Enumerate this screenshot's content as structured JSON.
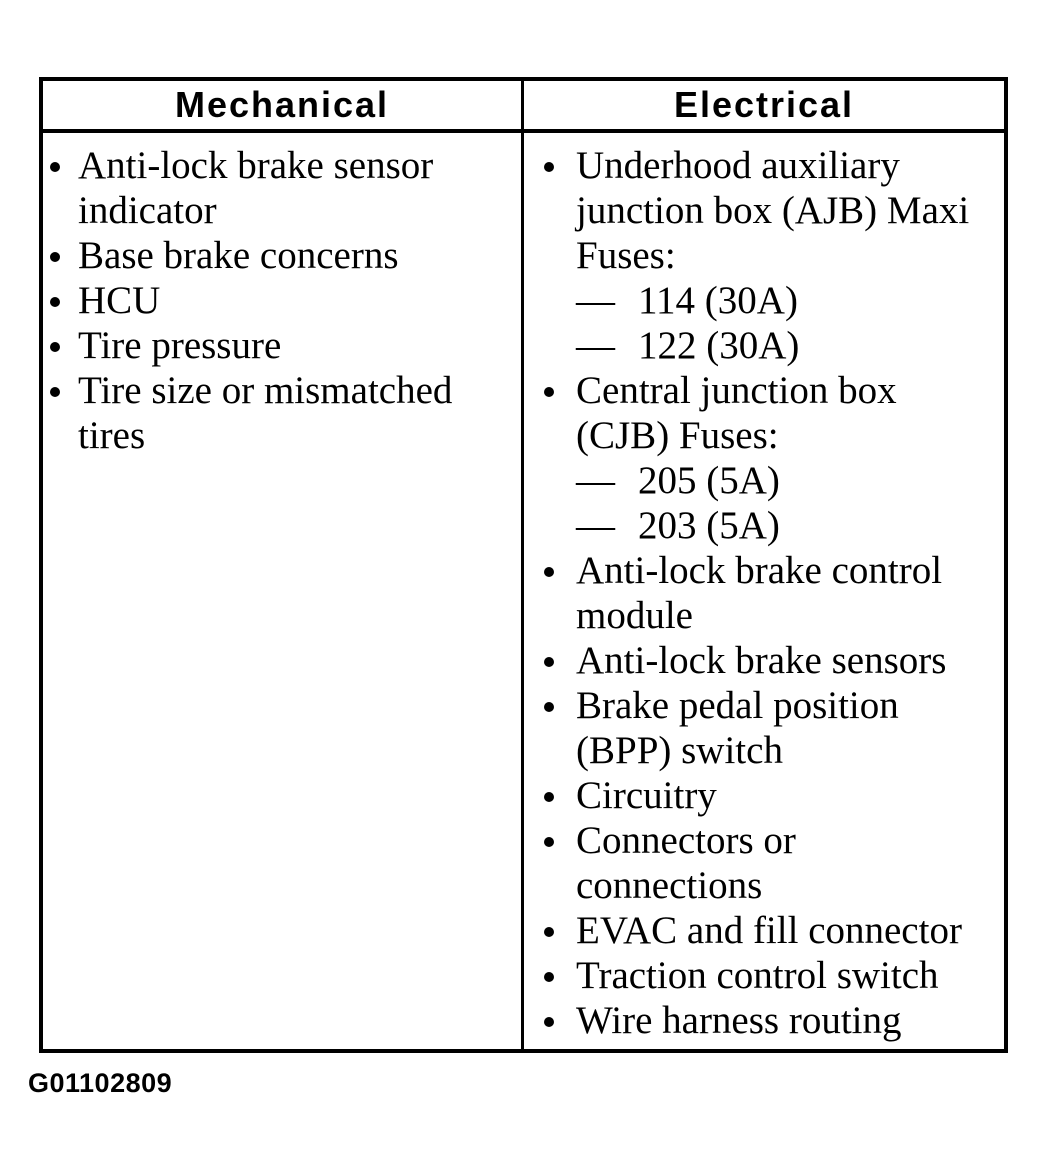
{
  "colors": {
    "ink": "#000000",
    "paper": "#ffffff"
  },
  "table": {
    "columns": [
      {
        "header": "Mechanical",
        "items": [
          {
            "type": "bullet",
            "text": "Anti-lock brake sensor\nindicator"
          },
          {
            "type": "bullet",
            "text": "Base brake concerns"
          },
          {
            "type": "bullet",
            "text": "HCU"
          },
          {
            "type": "bullet",
            "text": "Tire pressure"
          },
          {
            "type": "bullet",
            "text": "Tire size or mismatched\ntires"
          }
        ]
      },
      {
        "header": "Electrical",
        "items": [
          {
            "type": "bullet",
            "text": "Underhood auxiliary\njunction box (AJB) Maxi\nFuses:"
          },
          {
            "type": "dash",
            "text": "114 (30A)"
          },
          {
            "type": "dash",
            "text": "122 (30A)"
          },
          {
            "type": "bullet",
            "text": "Central junction box\n(CJB) Fuses:"
          },
          {
            "type": "dash",
            "text": "205 (5A)"
          },
          {
            "type": "dash",
            "text": "203 (5A)"
          },
          {
            "type": "bullet",
            "text": "Anti-lock brake control\nmodule"
          },
          {
            "type": "bullet",
            "text": "Anti-lock brake sensors"
          },
          {
            "type": "bullet",
            "text": "Brake pedal position\n(BPP) switch"
          },
          {
            "type": "bullet",
            "text": "Circuitry"
          },
          {
            "type": "bullet",
            "text": "Connectors or\nconnections"
          },
          {
            "type": "bullet",
            "text": "EVAC and fill connector"
          },
          {
            "type": "bullet",
            "text": "Traction control switch"
          },
          {
            "type": "bullet",
            "text": "Wire harness routing"
          }
        ]
      }
    ]
  },
  "caption": "G01102809"
}
